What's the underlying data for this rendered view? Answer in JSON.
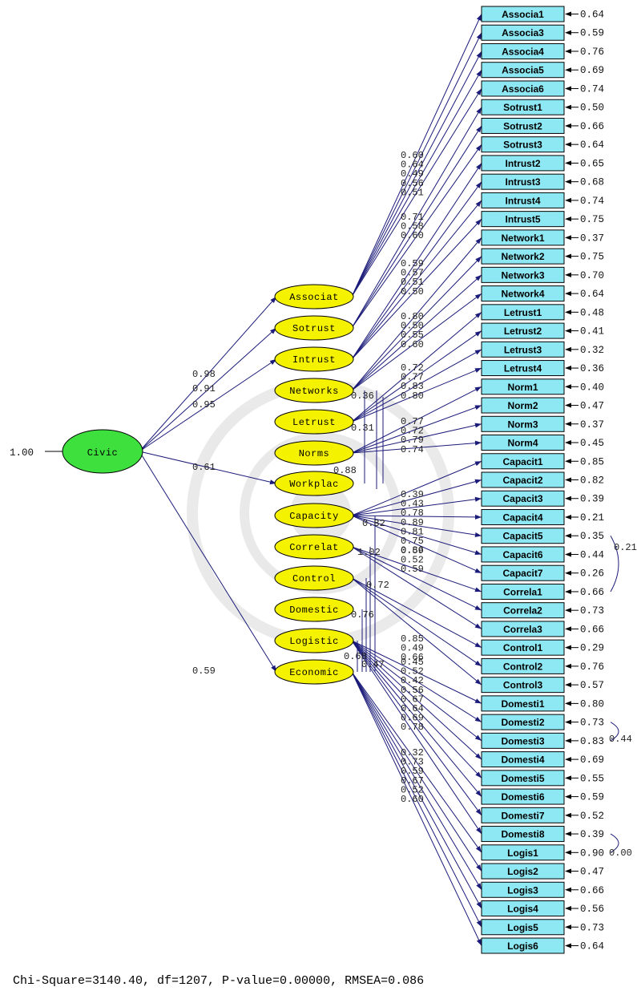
{
  "colors": {
    "observed_box": "#8ee8f4",
    "second_order_latent": "#3ee03e",
    "first_order_latent": "#f5f200",
    "path": "#1b1b7a"
  },
  "second_order": {
    "name": "Civic",
    "variance": "1.00"
  },
  "first_order": [
    {
      "name": "Associat",
      "loading": "0.98"
    },
    {
      "name": "Sotrust",
      "loading": "0.91"
    },
    {
      "name": "Intrust",
      "loading": "0.95"
    },
    {
      "name": "Networks",
      "loading": ""
    },
    {
      "name": "Letrust",
      "loading": ""
    },
    {
      "name": "Norms",
      "loading": ""
    },
    {
      "name": "Workplac",
      "loading": "0.61"
    },
    {
      "name": "Capacity",
      "loading": ""
    },
    {
      "name": "Correlat",
      "loading": ""
    },
    {
      "name": "Control",
      "loading": ""
    },
    {
      "name": "Domestic",
      "loading": ""
    },
    {
      "name": "Logistic",
      "loading": ""
    },
    {
      "name": "Economic",
      "loading": "0.59"
    }
  ],
  "observed": [
    {
      "name": "Associa1",
      "error": "0.64"
    },
    {
      "name": "Associa3",
      "error": "0.59"
    },
    {
      "name": "Associa4",
      "error": "0.76"
    },
    {
      "name": "Associa5",
      "error": "0.69"
    },
    {
      "name": "Associa6",
      "error": "0.74"
    },
    {
      "name": "Sotrust1",
      "error": "0.50"
    },
    {
      "name": "Sotrust2",
      "error": "0.66"
    },
    {
      "name": "Sotrust3",
      "error": "0.64"
    },
    {
      "name": "Intrust2",
      "error": "0.65"
    },
    {
      "name": "Intrust3",
      "error": "0.68"
    },
    {
      "name": "Intrust4",
      "error": "0.74"
    },
    {
      "name": "Intrust5",
      "error": "0.75"
    },
    {
      "name": "Network1",
      "error": "0.37"
    },
    {
      "name": "Network2",
      "error": "0.75"
    },
    {
      "name": "Network3",
      "error": "0.70"
    },
    {
      "name": "Network4",
      "error": "0.64"
    },
    {
      "name": "Letrust1",
      "error": "0.48"
    },
    {
      "name": "Letrust2",
      "error": "0.41"
    },
    {
      "name": "Letrust3",
      "error": "0.32"
    },
    {
      "name": "Letrust4",
      "error": "0.36"
    },
    {
      "name": "Norm1",
      "error": "0.40"
    },
    {
      "name": "Norm2",
      "error": "0.47"
    },
    {
      "name": "Norm3",
      "error": "0.37"
    },
    {
      "name": "Norm4",
      "error": "0.45"
    },
    {
      "name": "Capacit1",
      "error": "0.85"
    },
    {
      "name": "Capacit2",
      "error": "0.82"
    },
    {
      "name": "Capacit3",
      "error": "0.39"
    },
    {
      "name": "Capacit4",
      "error": "0.21"
    },
    {
      "name": "Capacit5",
      "error": "0.35"
    },
    {
      "name": "Capacit6",
      "error": "0.44"
    },
    {
      "name": "Capacit7",
      "error": "0.26"
    },
    {
      "name": "Correla1",
      "error": "0.66"
    },
    {
      "name": "Correla2",
      "error": "0.73"
    },
    {
      "name": "Correla3",
      "error": "0.66"
    },
    {
      "name": "Control1",
      "error": "0.29"
    },
    {
      "name": "Control2",
      "error": "0.76"
    },
    {
      "name": "Control3",
      "error": "0.57"
    },
    {
      "name": "Domesti1",
      "error": "0.80"
    },
    {
      "name": "Domesti2",
      "error": "0.73"
    },
    {
      "name": "Domesti3",
      "error": "0.83"
    },
    {
      "name": "Domesti4",
      "error": "0.69"
    },
    {
      "name": "Domesti5",
      "error": "0.55"
    },
    {
      "name": "Domesti6",
      "error": "0.59"
    },
    {
      "name": "Domesti7",
      "error": "0.52"
    },
    {
      "name": "Domesti8",
      "error": "0.39"
    },
    {
      "name": "Logis1",
      "error": "0.90"
    },
    {
      "name": "Logis2",
      "error": "0.47"
    },
    {
      "name": "Logis3",
      "error": "0.66"
    },
    {
      "name": "Logis4",
      "error": "0.56"
    },
    {
      "name": "Logis5",
      "error": "0.73"
    },
    {
      "name": "Logis6",
      "error": "0.64"
    }
  ],
  "loading_columns": [
    [
      "0.60",
      "0.64",
      "0.49",
      "0.56",
      "0.51"
    ],
    [
      "0.71",
      "0.58",
      "0.60"
    ],
    [
      "0.59",
      "0.57",
      "0.51",
      "0.50"
    ],
    [
      "0.80",
      "0.50",
      "0.55",
      "0.60"
    ],
    [
      "0.72",
      "0.77",
      "0.83",
      "0.80"
    ],
    [
      "0.77",
      "0.72",
      "0.79",
      "0.74"
    ],
    [
      "0.39",
      "0.43",
      "0.78",
      "0.89",
      "0.81",
      "0.75",
      "0.86"
    ],
    [
      "0.59",
      "0.52",
      "0.59"
    ],
    [
      "0.85",
      "0.49",
      "0.66"
    ],
    [
      "0.45",
      "0.52",
      "0.42",
      "0.56",
      "0.67",
      "0.64",
      "0.69",
      "0.78"
    ],
    [
      "0.32",
      "0.73",
      "0.59",
      "0.67",
      "0.52",
      "0.60"
    ]
  ],
  "latent_correlations": [
    "0.36",
    "0.31",
    "0.88",
    "0.82",
    "1.02",
    "0.72",
    "0.76",
    "0.68",
    "0.47"
  ],
  "error_covariances": [
    "0.21",
    "0.44",
    "0.00"
  ],
  "fit_statistics": "Chi-Square=3140.40, df=1207, P-value=0.00000, RMSEA=0.086"
}
